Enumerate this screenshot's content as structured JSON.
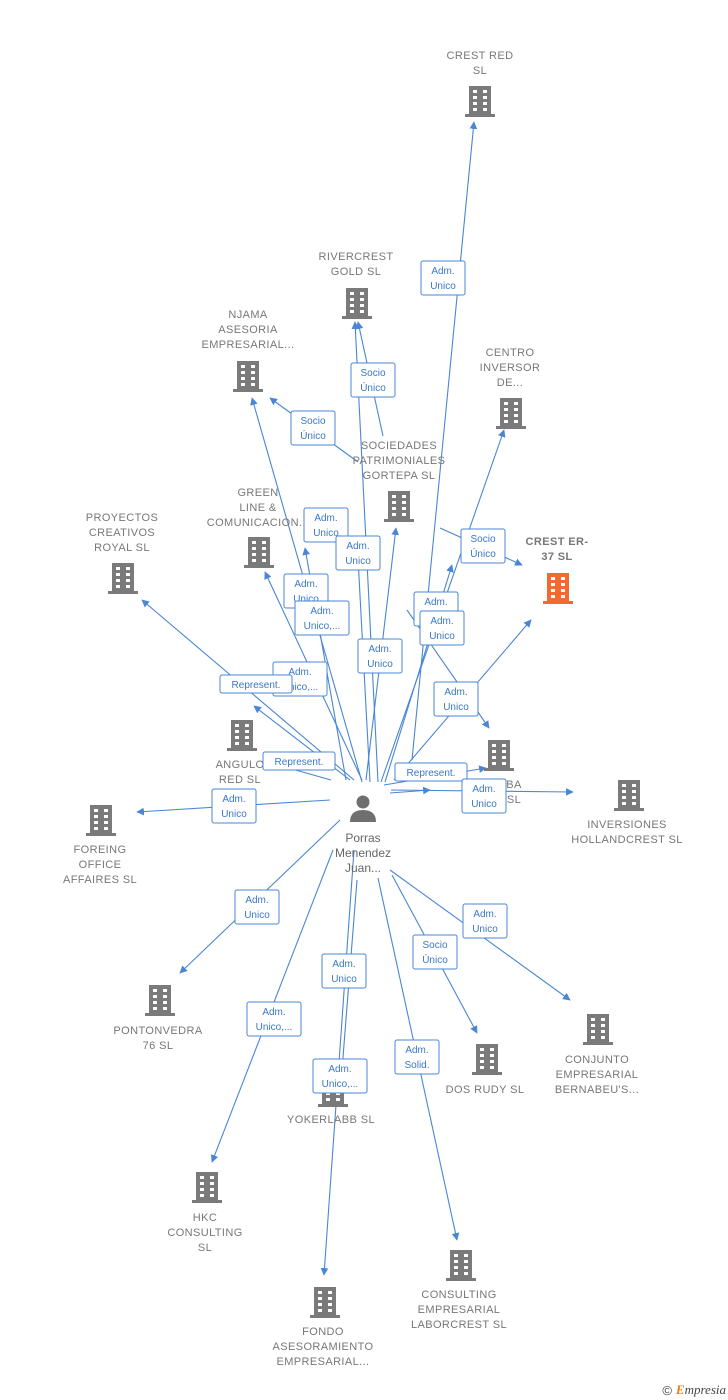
{
  "colors": {
    "edge": "#4a86d4",
    "building": "#7a7a7a",
    "highlight": "#f26a2e",
    "person": "#6f6f6f"
  },
  "center": {
    "name": "center-person",
    "label": [
      "Porras",
      "Menendez",
      "Juan..."
    ]
  },
  "nodes": [
    {
      "id": "crest-red",
      "label": [
        "CREST RED",
        "SL"
      ]
    },
    {
      "id": "rivercrest-gold",
      "label": [
        "RIVERCREST",
        "GOLD  SL"
      ]
    },
    {
      "id": "njama",
      "label": [
        "NJAMA",
        "ASESORIA",
        "EMPRESARIAL..."
      ]
    },
    {
      "id": "centro-inversor",
      "label": [
        "CENTRO",
        "INVERSOR",
        "DE..."
      ]
    },
    {
      "id": "sociedades",
      "label": [
        "SOCIEDADES",
        "PATRIMONIALES",
        "GORTEPA SL"
      ]
    },
    {
      "id": "green-line",
      "label": [
        "GREEN",
        "LINE &",
        "COMUNICACION..."
      ]
    },
    {
      "id": "proyectos",
      "label": [
        "PROYECTOS",
        "CREATIVOS",
        "ROYAL  SL"
      ]
    },
    {
      "id": "crest-er-37",
      "label": [
        "CREST ER-",
        "37  SL"
      ],
      "highlight": true
    },
    {
      "id": "angulo-red",
      "label": [
        "ANGULO",
        "RED  SL"
      ]
    },
    {
      "id": "ba-sl",
      "label": [
        "BA",
        "SL"
      ]
    },
    {
      "id": "inversiones",
      "label": [
        "INVERSIONES",
        "HOLLANDCREST SL"
      ]
    },
    {
      "id": "foreing",
      "label": [
        "FOREING",
        "OFFICE",
        "AFFAIRES SL"
      ]
    },
    {
      "id": "pontonvedra",
      "label": [
        "PONTONVEDRA",
        "76  SL"
      ]
    },
    {
      "id": "conjunto",
      "label": [
        "CONJUNTO",
        "EMPRESARIAL",
        "BERNABEU'S..."
      ]
    },
    {
      "id": "dos-rudy",
      "label": [
        "DOS RUDY  SL"
      ]
    },
    {
      "id": "yokerlabb",
      "label": [
        "YOKERLABB SL"
      ]
    },
    {
      "id": "hkc",
      "label": [
        "HKC",
        "CONSULTING",
        "SL"
      ]
    },
    {
      "id": "consulting-laborcrest",
      "label": [
        "CONSULTING",
        "EMPRESARIAL",
        "LABORCREST SL"
      ]
    },
    {
      "id": "fondo",
      "label": [
        "FONDO",
        "ASESORAMIENTO",
        "EMPRESARIAL..."
      ]
    }
  ],
  "badges": [
    [
      "Adm.",
      "Unico"
    ],
    [
      "Socio",
      "Único"
    ],
    [
      "Socio",
      "Único"
    ],
    [
      "Adm.",
      "Unico"
    ],
    [
      "Adm.",
      "Unico"
    ],
    [
      "Socio",
      "Único"
    ],
    [
      "Adm.",
      "Unico"
    ],
    [
      "Adm.",
      "Unico,..."
    ],
    [
      "Adm.",
      "Unico"
    ],
    [
      "Adm.",
      "Unico"
    ],
    [
      "Adm.",
      "Unico,..."
    ],
    [
      "Represent."
    ],
    [
      "Adm.",
      "Unico"
    ],
    [
      "Adm.",
      "Unico"
    ],
    [
      "Represent."
    ],
    [
      "Represent."
    ],
    [
      "Adm.",
      "Unico"
    ],
    [
      "Adm.",
      "Unico"
    ],
    [
      "Adm.",
      "Unico"
    ],
    [
      "Adm.",
      "Unico"
    ],
    [
      "Socio",
      "Único"
    ],
    [
      "Adm.",
      "Unico"
    ],
    [
      "Adm.",
      "Unico,..."
    ],
    [
      "Adm.",
      "Unico,..."
    ],
    [
      "Adm.",
      "Solid."
    ]
  ],
  "footer": {
    "copyright": "©",
    "brand_e": "E",
    "brand_rest": "mpresia"
  }
}
